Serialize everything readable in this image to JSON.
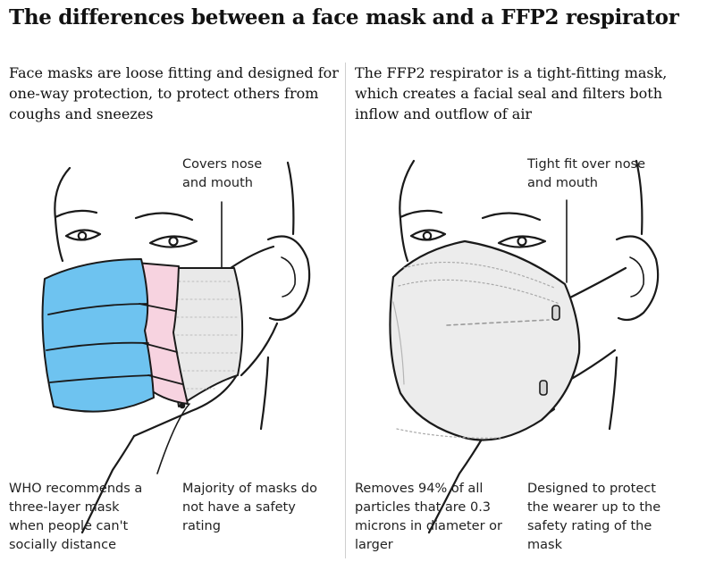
{
  "title": "The differences between a face mask and a FFP2 respirator",
  "left_panel": {
    "intro": "Face masks are loose fitting and designed for one-way protection, to protect others from coughs and sneezes",
    "callout_top": "Covers nose and mouth",
    "callout_bottom_left": "WHO recommends a three-layer mask when people can't socially distance",
    "callout_bottom_right": "Majority of masks do not have a safety rating"
  },
  "right_panel": {
    "intro": "The FFP2 respirator is a tight-fitting mask, which creates a facial seal and filters both inflow and outflow of air",
    "callout_top": "Tight fit over nose and mouth",
    "callout_bottom_left": "Removes 94% of all particles that are 0.3 microns in diameter or larger",
    "callout_bottom_right": "Designed to protect the wearer up to the safety rating of the mask"
  },
  "colors": {
    "outer_layer": "#6ec3f0",
    "middle_layer": "#f7d3e0",
    "inner_layer": "#e9e9e9",
    "respirator": "#ececec",
    "outline": "#1a1a1a"
  }
}
